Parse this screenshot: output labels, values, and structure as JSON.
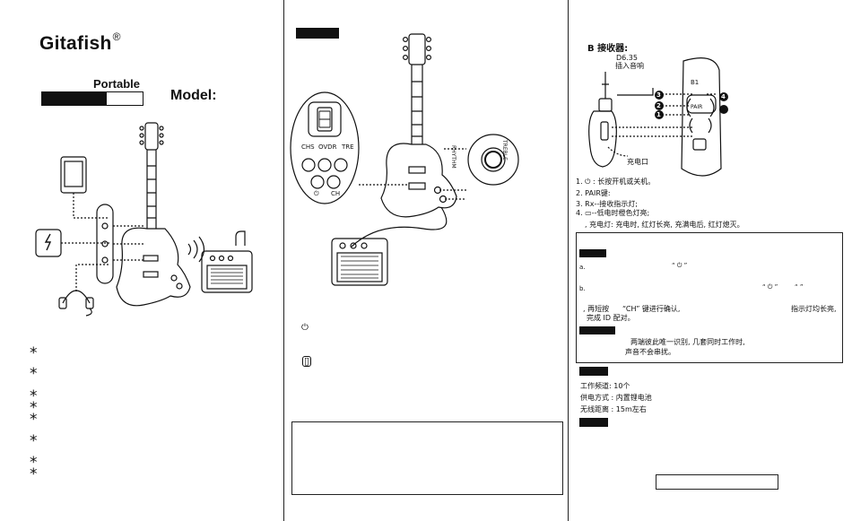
{
  "panel1": {
    "brand": "Gitafish",
    "brand_mark": "®",
    "portable": "Portable",
    "portable_fill": 0.64,
    "model": "Model:",
    "bullet": "*"
  },
  "panel2": {
    "amp_controls": [
      "CHS",
      "OVDR",
      "TRE"
    ],
    "amp_ch": "CH",
    "dial_labels": [
      "RHYTHM",
      "TREBLE"
    ],
    "power_glyph": "⏻",
    "battery_glyph": "▯"
  },
  "panel3": {
    "section_title": "B  接收器:",
    "plug_label_1": "D6.35",
    "plug_label_2": "插入音响",
    "remote_label": "B1",
    "pair_label": "PAIR",
    "charge_port": "充电口",
    "callouts": [
      "1",
      "2",
      "3",
      "4"
    ],
    "instructions": [
      "1. ⏻ : 长按开机或关机。",
      "2. PAIR键:",
      "3. Rx--接收指示灯;",
      "4. ▭--低电时橙色灯亮;",
      ", 充电灯: 充电时, 红灯长亮, 充满电后, 红灯熄灭。"
    ],
    "box_a": "a.",
    "box_a_quote": "“ ⏻ ”",
    "box_b": "b.",
    "box_b_quote_1": "“ ⏻ ”",
    "box_b_quote_2": "“     ”",
    "box_line_1_left": ", 再短按",
    "box_line_1_mid": "“CH” 键进行确认,",
    "box_line_1_right": "指示灯均长亮,",
    "box_line_2": "完成 ID 配对。",
    "box_line_3": "两端彼此唯一识别, 几套同时工作时,",
    "box_line_4": "声音不会串扰。",
    "spec_1": "工作频道:  10个",
    "spec_2": "供电方式 : 内置锂电池",
    "spec_3": "无线距离 : 15m左右"
  },
  "colors": {
    "ink": "#111111",
    "paper": "#ffffff"
  }
}
